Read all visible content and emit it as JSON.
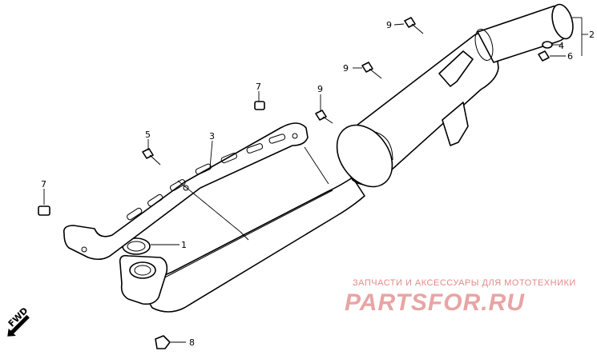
{
  "callouts": {
    "c1": "1",
    "c2": "2",
    "c3": "3",
    "c4": "4",
    "c5": "5",
    "c6": "6",
    "c7a": "7",
    "c7b": "7",
    "c8": "8",
    "c9a": "9",
    "c9b": "9",
    "c9c": "9"
  },
  "fwd_label": "FWD",
  "watermark": {
    "tagline": "ЗАПЧАСТИ И АКСЕССУАРЫ ДЛЯ МОТОТЕХНИКИ",
    "logo": "PARTSFOR.RU"
  }
}
